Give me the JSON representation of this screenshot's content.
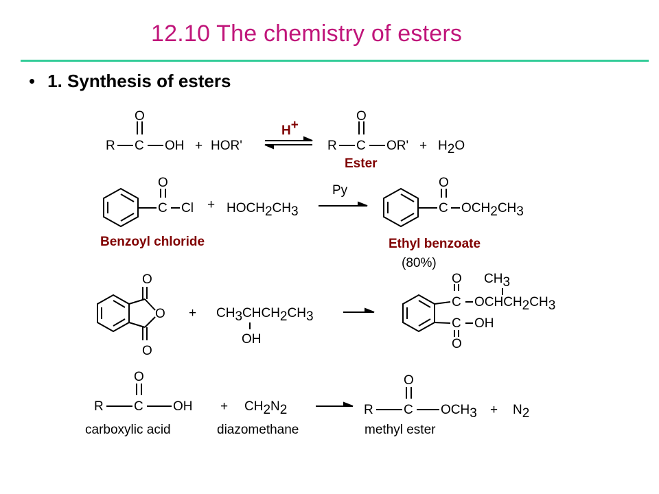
{
  "slide": {
    "title": "12.10  The chemistry of esters",
    "bullet": "1.  Synthesis of esters"
  },
  "reaction1": {
    "catalyst": "H+",
    "acid": [
      "R",
      "C",
      "OH",
      "O"
    ],
    "plus1": "+",
    "alcohol": "HOR'",
    "product": [
      "R",
      "C",
      "OR'",
      "O"
    ],
    "plus2": "+",
    "water": "H2O",
    "product_label": "Ester"
  },
  "reaction2": {
    "reagent_cl": [
      "C",
      "Cl",
      "O"
    ],
    "plus": "+",
    "alcohol": "HOCH2CH3",
    "catalyst": "Py",
    "product": [
      "C",
      "OCH2CH3",
      "O"
    ],
    "reactant_label": "Benzoyl chloride",
    "product_label": "Ethyl benzoate",
    "yield": "(80%)"
  },
  "reaction3": {
    "anhydride_O": [
      "O",
      "O",
      "O"
    ],
    "plus": "+",
    "alcohol": "CH3CHCH2CH3",
    "alcohol_oh": "OH",
    "product_top": [
      "O",
      "CH3",
      "C",
      "OCHCH2CH3"
    ],
    "product_bottom": [
      "C",
      "OH",
      "O"
    ]
  },
  "reaction4": {
    "acid": [
      "R",
      "C",
      "OH",
      "O"
    ],
    "plus1": "+",
    "reagent": "CH2N2",
    "product": [
      "R",
      "C",
      "OCH3",
      "O"
    ],
    "plus2": "+",
    "byproduct": "N2",
    "labels": [
      "carboxylic acid",
      "diazomethane",
      "methyl ester"
    ]
  },
  "colors": {
    "title": "#c0157a",
    "rule": "#33cc99",
    "label": "#800000"
  }
}
